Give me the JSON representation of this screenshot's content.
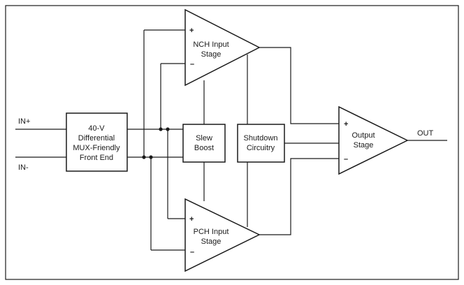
{
  "ports": {
    "in_plus": "IN+",
    "in_minus": "IN-",
    "out": "OUT"
  },
  "blocks": {
    "front_end": {
      "lines": [
        "40-V",
        "Differential",
        "MUX-Friendly",
        "Front End"
      ]
    },
    "nch_input_stage": {
      "lines": [
        "NCH Input",
        "Stage"
      ],
      "plus": "+",
      "minus": "–"
    },
    "slew_boost": {
      "lines": [
        "Slew",
        "Boost"
      ]
    },
    "shutdown_circuitry": {
      "lines": [
        "Shutdown",
        "Circuitry"
      ]
    },
    "pch_input_stage": {
      "lines": [
        "PCH Input",
        "Stage"
      ],
      "plus": "+",
      "minus": "–"
    },
    "output_stage": {
      "lines": [
        "Output",
        "Stage"
      ],
      "plus": "+",
      "minus": "–"
    }
  }
}
